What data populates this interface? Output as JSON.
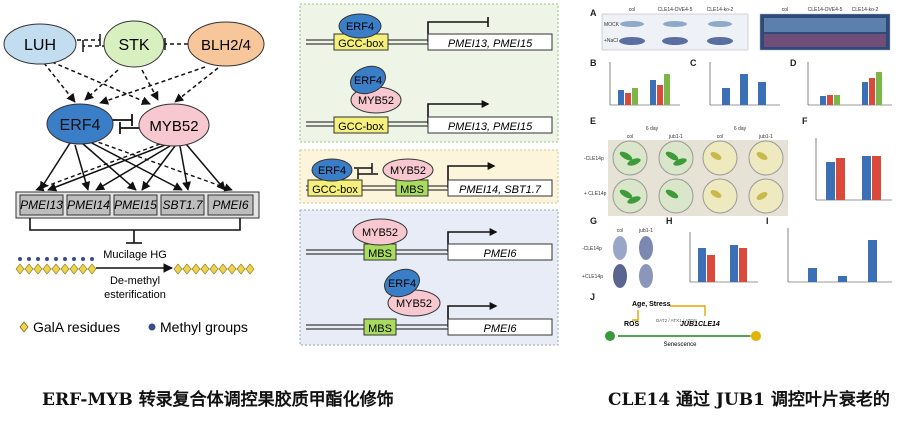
{
  "left_diagram": {
    "nodes": {
      "luh": "LUH",
      "stk": "STK",
      "blh": "BLH2/4",
      "erf4": "ERF4",
      "myb52": "MYB52"
    },
    "genes": [
      "PMEI13",
      "PMEI14",
      "PMEI15",
      "SBT1.7",
      "PMEI6"
    ],
    "process": {
      "line1": "Mucilage HG",
      "line2": "De-methyl",
      "line3": "esterification"
    },
    "legend": {
      "gala": "GalA residues",
      "methyl": "Methyl groups"
    }
  },
  "middle_diagram": {
    "panel1": {
      "row1": {
        "protein": "ERF4",
        "box": "GCC-box",
        "genes": "PMEI13, PMEI15"
      },
      "row2": {
        "protein_top": "ERF4",
        "protein_bottom": "MYB52",
        "box": "GCC-box",
        "genes": "PMEI13, PMEI15"
      }
    },
    "panel2": {
      "protein1": "ERF4",
      "protein2": "MYB52",
      "box1": "GCC-box",
      "box2": "MBS",
      "genes": "PMEI14, SBT1.7"
    },
    "panel3": {
      "row1": {
        "protein": "MYB52",
        "box": "MBS",
        "genes": "PMEI6"
      },
      "row2": {
        "protein_top": "ERF4",
        "protein_bottom": "MYB52",
        "box": "MBS",
        "genes": "PMEI6"
      }
    }
  },
  "right_figure": {
    "panel_letters": [
      "A",
      "B",
      "C",
      "D",
      "E",
      "F",
      "G",
      "H",
      "I",
      "J"
    ],
    "top_labels": [
      "col",
      "CLE14-OVE4-5",
      "CLE14-ko-2",
      "col",
      "CLE14-OVE4-5",
      "CLE14-ko-2"
    ],
    "row_labels_a": [
      "MOCK",
      "+NaCl"
    ],
    "e_headers": [
      "6 day",
      "6 day"
    ],
    "e_sub": [
      "col",
      "jub1-1",
      "col",
      "jub1-1"
    ],
    "e_rows": [
      "-CLE14p",
      "+ CLE14p"
    ],
    "g_cols": [
      "col",
      "jub1-1"
    ],
    "g_rows": [
      "-CLE14p",
      "+CLE14p"
    ],
    "j": {
      "age": "Age, Stress",
      "ros": "ROS",
      "jub1": "JUB1",
      "cle14": "CLE14",
      "small": "DAT2 / ATX1 / ATOS",
      "senescence": "Senescence"
    }
  },
  "captions": {
    "left": "ERF-MYB 转录复合体调控果胶质甲酯化修饰",
    "right": "CLE14 通过 JUB1 调控叶片衰老的"
  },
  "colors": {
    "luh": "#c3ddf0",
    "stk": "#d8f0c0",
    "blh": "#f7c69a",
    "erf4": "#3b7ec8",
    "myb52": "#f7c8cf",
    "gene_box": "#bdbdbd",
    "gcc_box": "#f5f07a",
    "mbs_box": "#a9dc5e",
    "panel1_bg": "#eef5e6",
    "panel2_bg": "#fdf4dc",
    "panel3_bg": "#e8ecf6"
  }
}
